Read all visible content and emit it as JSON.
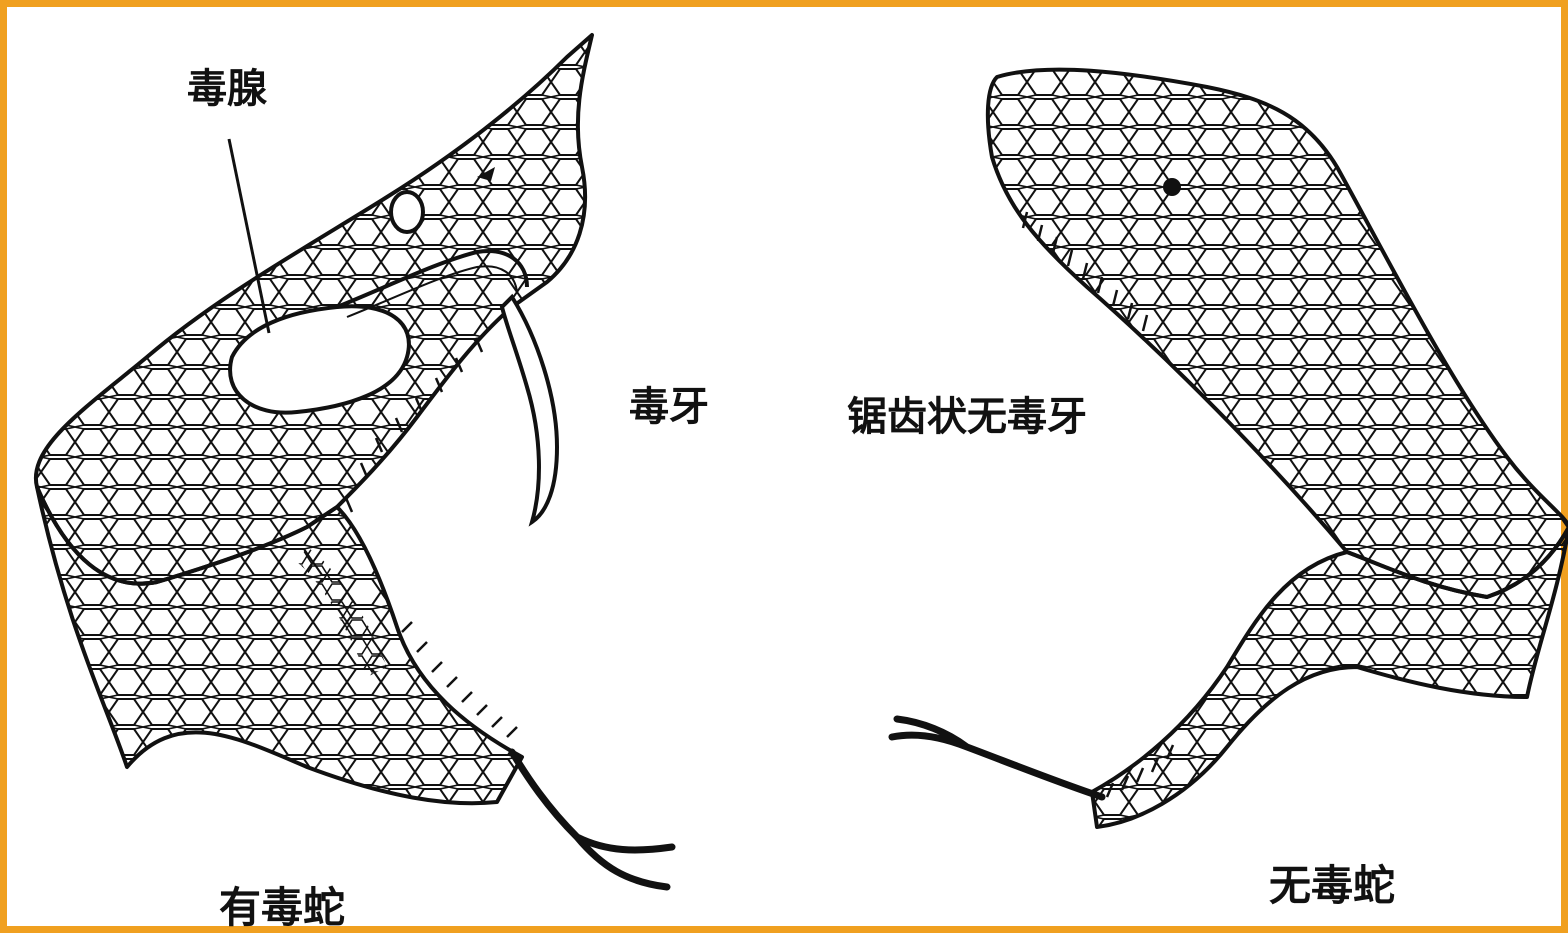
{
  "diagram": {
    "labels": {
      "venom_gland": "毒腺",
      "venom_fang": "毒牙",
      "serrated_teeth": "锯齿状无毒牙",
      "venomous_snake": "有毒蛇",
      "nonvenomous_snake": "无毒蛇"
    },
    "colors": {
      "frame": "#f0a020",
      "ink": "#111111",
      "background": "#ffffff"
    }
  }
}
